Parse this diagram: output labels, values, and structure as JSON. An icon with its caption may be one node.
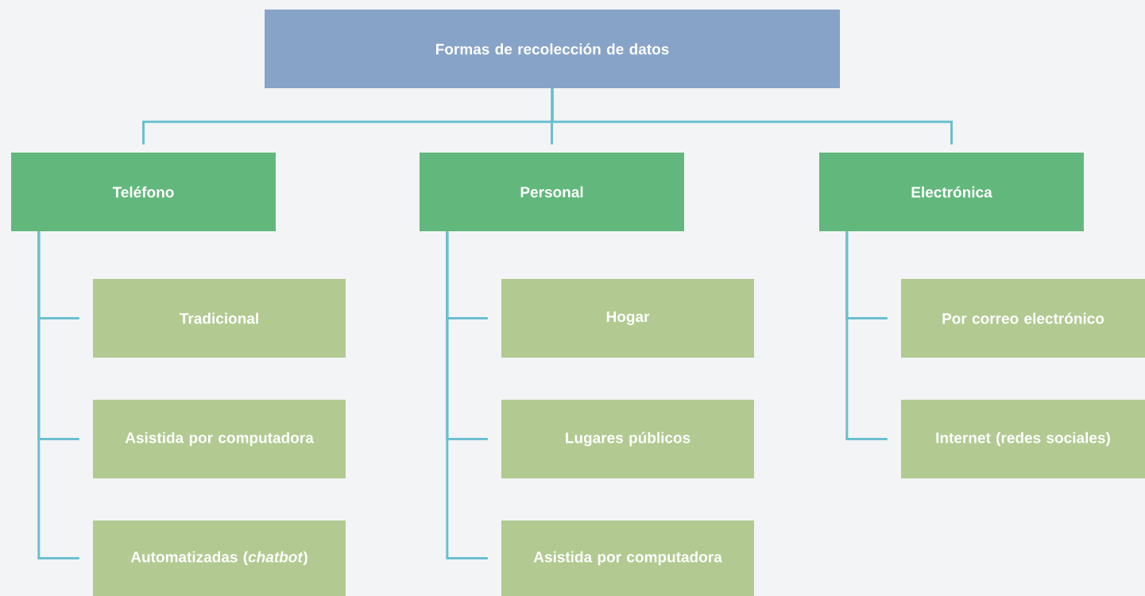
{
  "diagram": {
    "nodes": [
      {
        "text": [
          "Formas de recolección de datos"
        ]
      },
      {
        "text": [
          "Teléfono"
        ]
      },
      {
        "text": [
          "Personal"
        ]
      },
      {
        "text": [
          "Electrónica"
        ]
      },
      {
        "text": [
          "Tradicional"
        ]
      },
      {
        "text": [
          "Asistida por computadora"
        ]
      },
      {
        "text": [
          "Automatizadas (*chatbot*)"
        ]
      },
      {
        "text": [
          "Hogar"
        ]
      },
      {
        "text": [
          "Lugares públicos"
        ]
      },
      {
        "text": [
          "Asistida por computadora"
        ]
      },
      {
        "text": [
          "Por correo electrónico"
        ]
      },
      {
        "text": [
          "Internet (redes sociales)"
        ]
      }
    ],
    "edges": [
      {
        "from": 0,
        "to": 1,
        "arrow": "none"
      },
      {
        "from": 0,
        "to": 2,
        "arrow": "none"
      },
      {
        "from": 0,
        "to": 3,
        "arrow": "none"
      },
      {
        "from": 1,
        "to": 4,
        "arrow": "none"
      },
      {
        "from": 1,
        "to": 5,
        "arrow": "none"
      },
      {
        "from": 1,
        "to": 6,
        "arrow": "none"
      },
      {
        "from": 2,
        "to": 7,
        "arrow": "none"
      },
      {
        "from": 2,
        "to": 8,
        "arrow": "none"
      },
      {
        "from": 2,
        "to": 9,
        "arrow": "none"
      },
      {
        "from": 3,
        "to": 10,
        "arrow": "none"
      },
      {
        "from": 3,
        "to": 11,
        "arrow": "none"
      }
    ]
  }
}
